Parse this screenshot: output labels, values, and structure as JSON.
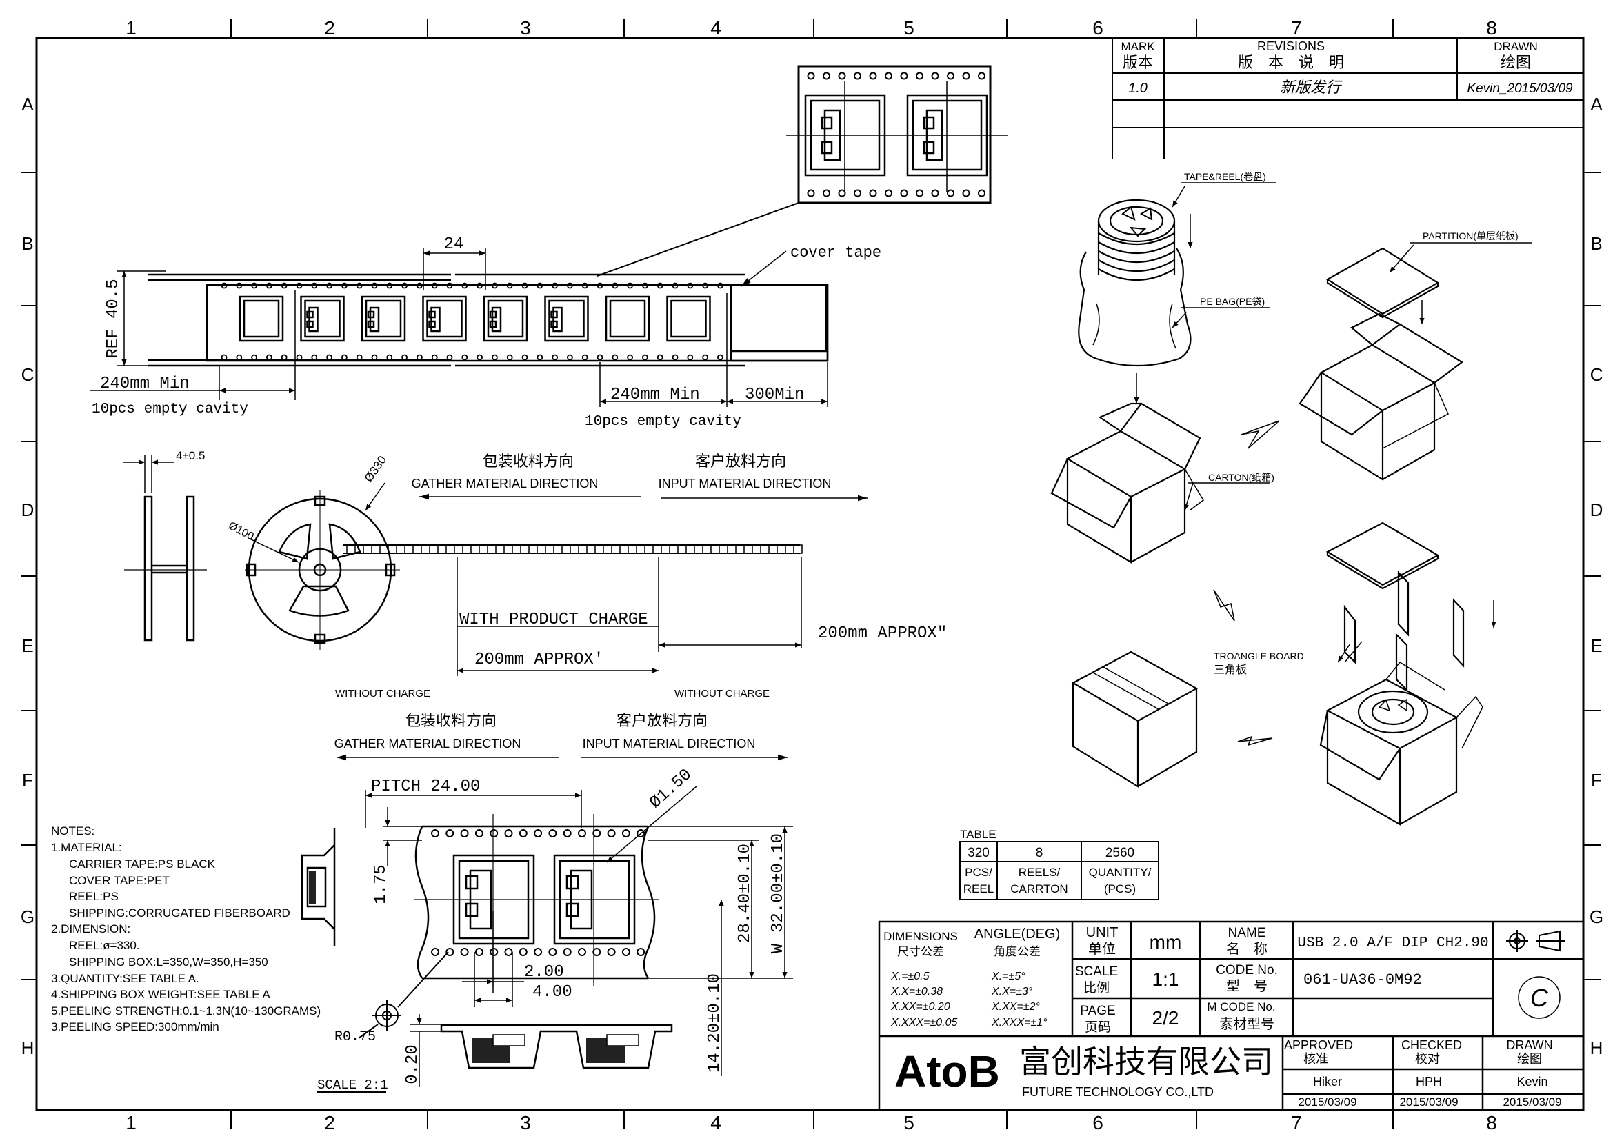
{
  "frame": {
    "columns": [
      "1",
      "2",
      "3",
      "4",
      "5",
      "6",
      "7",
      "8"
    ],
    "rows": [
      "A",
      "B",
      "C",
      "D",
      "E",
      "F",
      "G",
      "H"
    ]
  },
  "revisions": {
    "mark_en": "MARK",
    "mark_cn": "版本",
    "rev_en": "REVISIONS",
    "rev_cn": "版　本　说　明",
    "drawn_en": "DRAWN",
    "drawn_cn": "绘图",
    "mark_value": "1.0",
    "rev_value": "新版发行",
    "drawn_value": "Kevin_2015/03/09"
  },
  "tape_view": {
    "pitch_label": "24",
    "cover_tape": "cover tape",
    "ref_height": "REF 40.5",
    "leader_length": "240mm Min",
    "leader_empty": "10pcs empty cavity",
    "trailer_length": "240mm Min",
    "trailer_extra": "300Min",
    "trailer_empty": "10pcs empty cavity"
  },
  "reel_view": {
    "width_label": "4±0.5",
    "outer_dia": "Ø330",
    "hub_dia": "Ø100",
    "gather_cn": "包装收料方向",
    "gather_en": "GATHER MATERIAL DIRECTION",
    "input_cn": "客户放料方向",
    "input_en": "INPUT MATERIAL DIRECTION",
    "with_charge": "WITH PRODUCT CHARGE",
    "approx_right": "200mm APPROX\"",
    "approx_left": "200mm APPROX'",
    "without_left": "WITHOUT CHARGE",
    "without_right": "WITHOUT CHARGE"
  },
  "detail_view": {
    "gather_cn": "包装收料方向",
    "gather_en": "GATHER MATERIAL DIRECTION",
    "input_cn": "客户放料方向",
    "input_en": "INPUT MATERIAL DIRECTION",
    "pitch": "PITCH 24.00",
    "hole_dia": "Ø1.50",
    "edge": "1.75",
    "d1": "28.40±0.10",
    "d2": "32.00±0.10",
    "w": "W",
    "p2": "2.00",
    "p0": "4.00",
    "thickness": "14.20±0.10",
    "t": "0.20",
    "radius": "R0.75",
    "scale": "SCALE 2:1"
  },
  "notes": {
    "title": "NOTES:",
    "lines": [
      "1.MATERIAL:",
      "CARRIER TAPE:PS BLACK",
      "COVER TAPE:PET",
      "REEL:PS",
      "SHIPPING:CORRUGATED FIBERBOARD",
      "2.DIMENSION:",
      "REEL:ø=330.",
      "SHIPPING BOX:L=350,W=350,H=350",
      "3.QUANTITY:SEE TABLE A.",
      "4.SHIPPING BOX WEIGHT:SEE TABLE A",
      "5.PEELING STRENGTH:0.1~1.3N(10~130GRAMS)",
      "3.PEELING SPEED:300mm/min"
    ]
  },
  "packaging": {
    "tape_reel": "TAPE&REEL(卷盘)",
    "pe_bag": "PE BAG(PE袋)",
    "partition": "PARTITION(单层纸板)",
    "carton": "CARTON(纸箱)",
    "triangle_en": "TROANGLE BOARD",
    "triangle_cn": "三角板"
  },
  "table_a": {
    "title": "TABLE",
    "values": [
      "320",
      "8",
      "2560"
    ],
    "labels": [
      [
        "PCS/",
        "REEL"
      ],
      [
        "REELS/",
        "CARRTON"
      ],
      [
        "QUANTITY/",
        "(PCS)"
      ]
    ]
  },
  "title_block": {
    "dim_en": "DIMENSIONS",
    "dim_cn": "尺寸公差",
    "ang_en": "ANGLE(DEG)",
    "ang_cn": "角度公差",
    "tol_dim": [
      "X.=±0.5",
      "X.X=±0.38",
      "X.XX=±0.20",
      "X.XXX=±0.05"
    ],
    "tol_ang": [
      "X.=±5°",
      "X.X=±3°",
      "X.XX=±2°",
      "X.XXX=±1°"
    ],
    "unit_en": "UNIT",
    "unit_cn": "单位",
    "unit_val": "mm",
    "scale_en": "SCALE",
    "scale_cn": "比例",
    "scale_val": "1:1",
    "page_en": "PAGE",
    "page_cn": "页码",
    "page_val": "2/2",
    "name_en": "NAME",
    "name_cn": "名　称",
    "name_val": "USB 2.0  A/F DIP CH2.90",
    "code_en": "CODE  No.",
    "code_cn": "型　号",
    "code_val": "061-UA36-0M92",
    "mcode_en": "M CODE No.",
    "mcode_cn": "素材型号",
    "rev_mark": "C",
    "approved_en": "APPROVED",
    "approved_cn": "核准",
    "checked_en": "CHECKED",
    "checked_cn": "校对",
    "drawn_en": "DRAWN",
    "drawn_cn": "绘图",
    "approved_name": "Hiker",
    "checked_name": "HPH",
    "drawn_name": "Kevin",
    "approved_date": "2015/03/09",
    "checked_date": "2015/03/09",
    "drawn_date": "2015/03/09",
    "logo": "AtoB",
    "company_cn": "富创科技有限公司",
    "company_en": "FUTURE TECHNOLOGY CO.,LTD"
  }
}
